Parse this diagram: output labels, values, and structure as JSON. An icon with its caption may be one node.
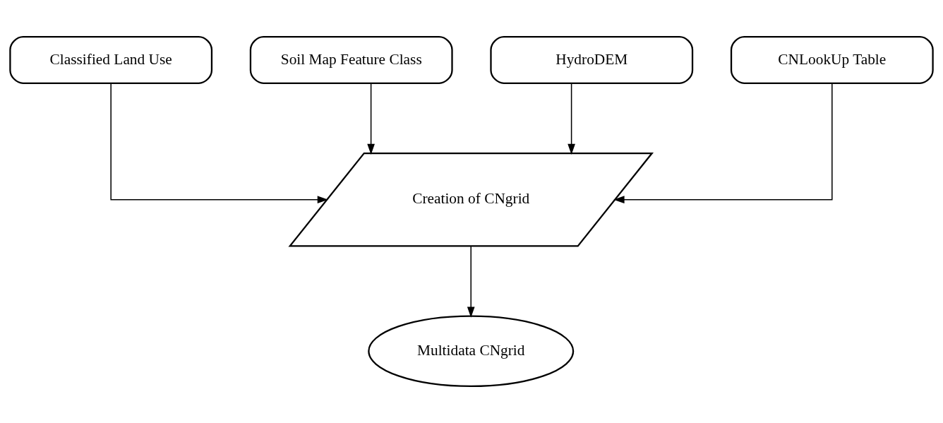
{
  "diagram": {
    "nodes": [
      {
        "text": [
          "Classified Land Use"
        ]
      },
      {
        "text": [
          "Soil Map Feature Class"
        ]
      },
      {
        "text": [
          "HydroDEM"
        ]
      },
      {
        "text": [
          "CNLookUp Table"
        ]
      },
      {
        "text": [
          "Creation of CNgrid"
        ]
      },
      {
        "text": [
          "Multidata CNgrid"
        ]
      }
    ],
    "edges": [
      {
        "from": 0,
        "to": 4,
        "arrow": "to"
      },
      {
        "from": 1,
        "to": 4,
        "arrow": "to"
      },
      {
        "from": 2,
        "to": 4,
        "arrow": "to"
      },
      {
        "from": 3,
        "to": 4,
        "arrow": "to"
      },
      {
        "from": 4,
        "to": 5,
        "arrow": "to"
      }
    ]
  }
}
